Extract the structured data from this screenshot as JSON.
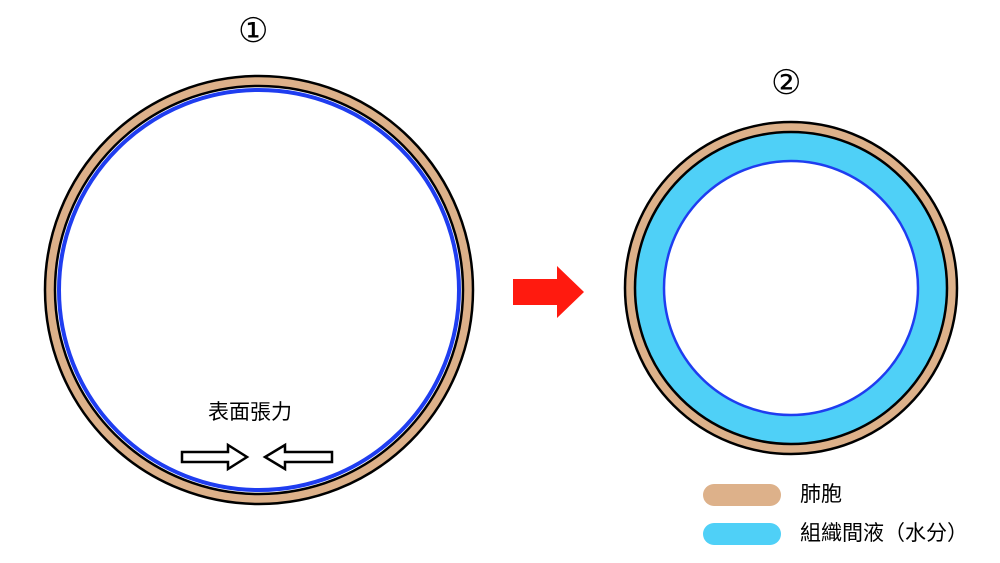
{
  "panels": {
    "left": {
      "marker": "①"
    },
    "right": {
      "marker": "②"
    }
  },
  "annotation": {
    "surface_tension": "表面張力"
  },
  "legend": {
    "items": [
      {
        "label": "肺胞",
        "color": "#ddb18a"
      },
      {
        "label": "組織間液（水分）",
        "color": "#4fd0f7"
      }
    ]
  },
  "colors": {
    "alveolus_wall": "#ddb18a",
    "interstitial_fluid": "#4fd0f7",
    "fluid_edge": "#1f3df0",
    "arrow": "#ff1a0f",
    "outline": "#000000"
  }
}
